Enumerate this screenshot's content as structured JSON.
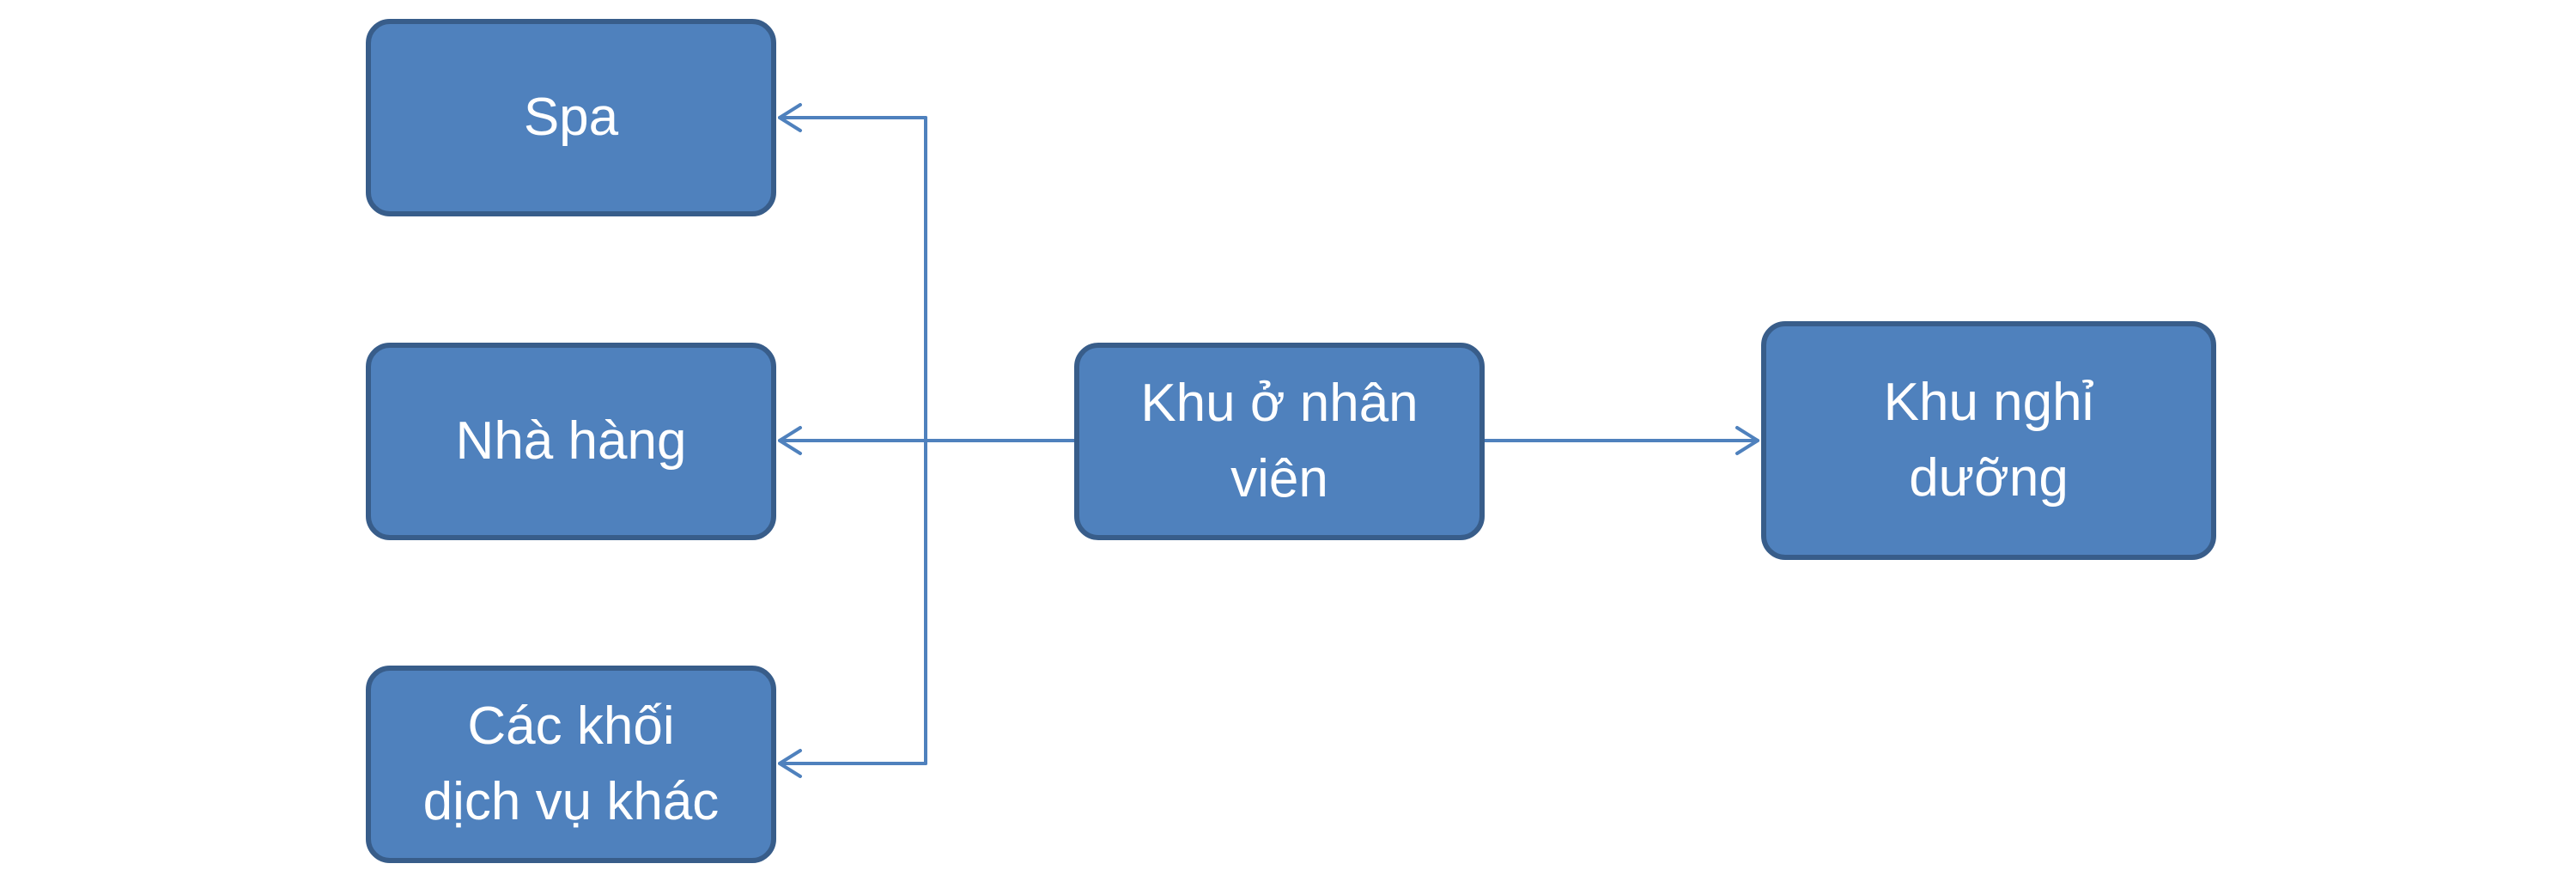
{
  "nodes": {
    "spa": {
      "line1": "Spa"
    },
    "nha_hang": {
      "line1": "Nhà hàng"
    },
    "cac_khoi": {
      "line1": "Các khối",
      "line2": "dịch vụ khác"
    },
    "khu_o_nhan_vien": {
      "line1": "Khu ở nhân",
      "line2": "viên"
    },
    "khu_nghi_duong": {
      "line1": "Khu nghỉ",
      "line2": "dưỡng"
    }
  },
  "edges": [
    {
      "from": "khu_o_nhan_vien",
      "to": "spa"
    },
    {
      "from": "khu_o_nhan_vien",
      "to": "nha_hang"
    },
    {
      "from": "khu_o_nhan_vien",
      "to": "cac_khoi"
    },
    {
      "from": "khu_o_nhan_vien",
      "to": "khu_nghi_duong"
    }
  ],
  "colors": {
    "node_fill": "#4f81bd",
    "node_border": "#385d8a",
    "connector": "#4f81bd",
    "text": "#ffffff"
  }
}
